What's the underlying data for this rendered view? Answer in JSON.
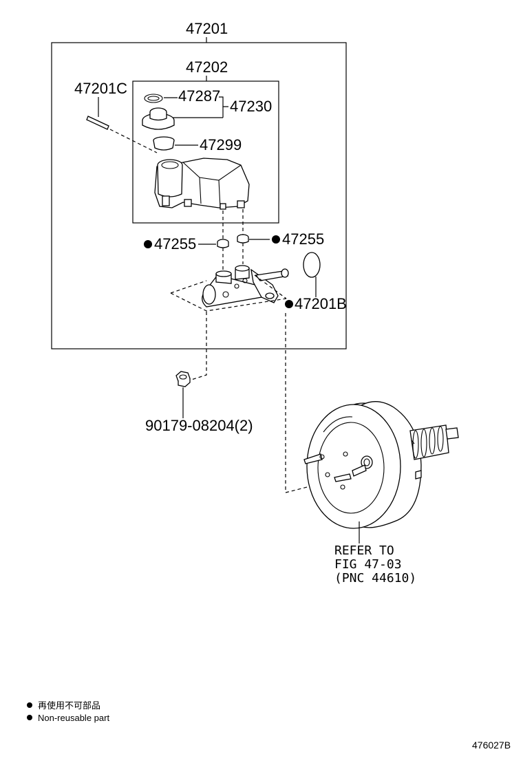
{
  "labels": {
    "assembly": "47201",
    "reservoir_assy": "47202",
    "pin": "47201C",
    "clip": "47287",
    "cap_group": "47230",
    "strainer": "47299",
    "grommet_left": "47255",
    "grommet_right": "47255",
    "oring": "47201B",
    "nut": "90179-08204(2)",
    "refer_line1": "REFER TO",
    "refer_line2": "FIG 47-03",
    "refer_line3": "(PNC 44610)",
    "diagram_id": "476027B"
  },
  "legend": {
    "line1": "再使用不可部品",
    "line2": "Non-reusable part"
  },
  "non_reusable_marker_color": "#000000"
}
